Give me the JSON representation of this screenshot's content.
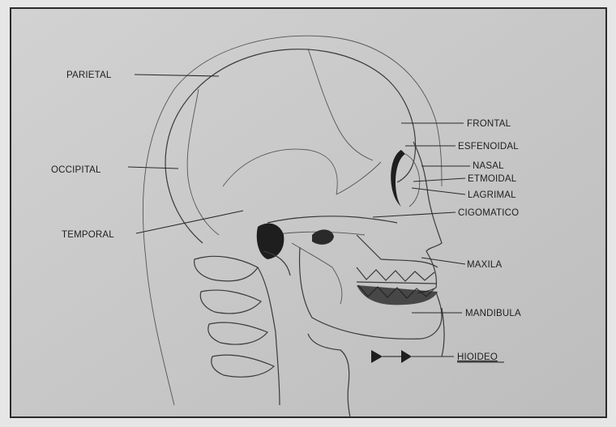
{
  "labels": {
    "parietal": "PARIETAL",
    "frontal": "FRONTAL",
    "esfenoidal": "ESFENOIDAL",
    "nasal": "NASAL",
    "etmoidal": "ETMOIDAL",
    "lagrimal": "LAGRIMAL",
    "occipital": "OCCIPITAL",
    "cigomatico": "CIGOMATICO",
    "temporal": "TEMPORAL",
    "maxila": "MAXILA",
    "mandibula": "MANDIBULA",
    "hioideo": "HIOIDEO"
  },
  "colors": {
    "background": "#c9c9c9",
    "ink": "#1e1e1e",
    "border": "#2b2b2b"
  }
}
